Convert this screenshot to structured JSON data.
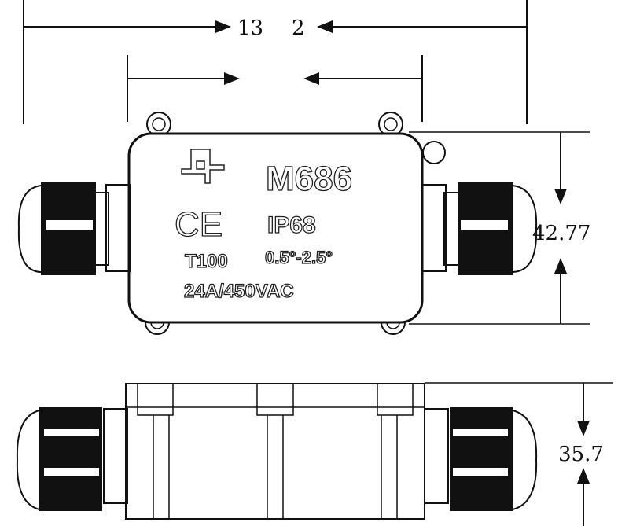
{
  "drawing": {
    "dimensions": {
      "overall_length_partial_left": "13",
      "overall_length_partial_right": "2",
      "height_top_view": "42.77",
      "height_side_view": "35.7"
    },
    "box_markings": {
      "model": "M686",
      "certification": "CE",
      "ip_rating": "IP68",
      "terminal": "T100",
      "wire_range": "0.5°-2.5°",
      "rating": "24A/450VAC"
    }
  }
}
